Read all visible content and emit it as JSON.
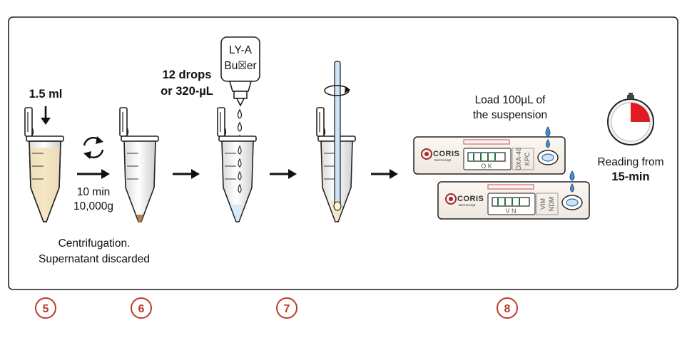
{
  "labels": {
    "volume": "1.5 ml",
    "centrifuge_time": "10 min",
    "centrifuge_speed": "10,000g",
    "centrifugation_line1": "Centrifugation.",
    "centrifugation_line2": "Supernatant discarded",
    "drops_line1": "12 drops",
    "drops_line2": "or 320-µL",
    "bottle_line1": "LY-A",
    "bottle_line2": "Bu☒er",
    "load_line1": "Load 100µL of",
    "load_line2": "the suspension",
    "reading_line1": "Reading from",
    "reading_line2": "15-min"
  },
  "cassettes": [
    {
      "brand": "CORIS",
      "brand_sub": "BioConcept",
      "window_letters": "O  K",
      "targets": [
        "OXA-48",
        "KPC"
      ]
    },
    {
      "brand": "CORIS",
      "brand_sub": "BioConcept",
      "window_letters": "V  N",
      "targets": [
        "VIM",
        "NDM"
      ]
    }
  ],
  "steps": [
    "5",
    "6",
    "7",
    "8"
  ],
  "colors": {
    "frame": "#222222",
    "supernatant": "#f6e7c2",
    "pellet": "#b5824e",
    "buffer": "#d8e9f8",
    "drop": "#4a90c8",
    "timer_red": "#e01b24",
    "step_ring": "#c0392b"
  },
  "icons": [
    "down-arrow-icon",
    "rotate-arrows-icon",
    "right-arrow-icon",
    "swirl-icon",
    "drop-icon",
    "timer-icon"
  ]
}
